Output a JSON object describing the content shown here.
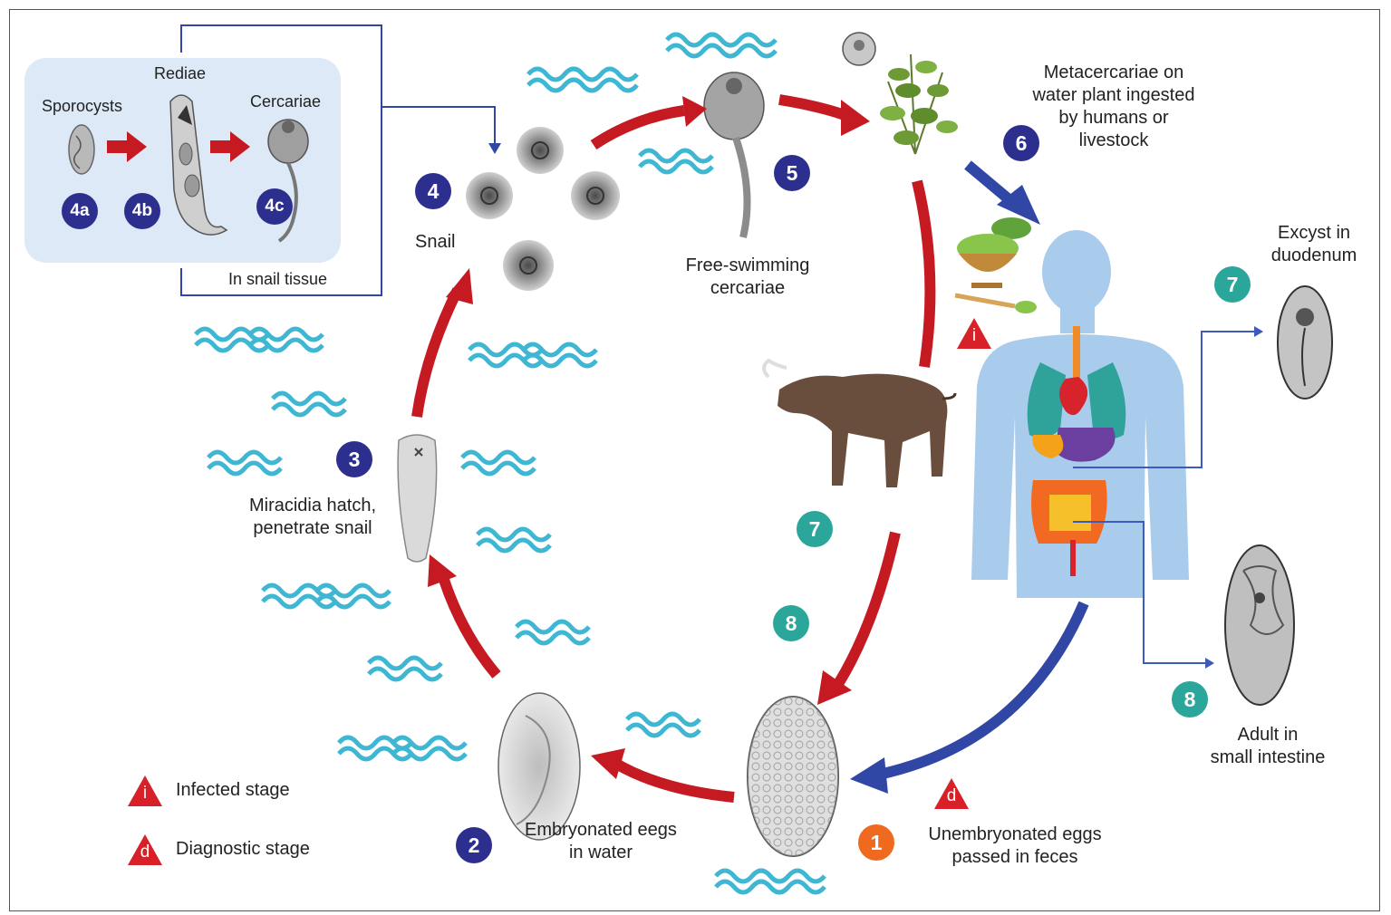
{
  "colors": {
    "stage_blue": "#2d2f8e",
    "stage_teal": "#2aa69a",
    "stage_orange": "#ef6a1f",
    "arrow_red": "#c51a22",
    "arrow_blue": "#3147a6",
    "water": "#3fb7d3",
    "inset_bg": "#dde9f7",
    "body_silhouette": "#a9cbec",
    "triangle_red": "#d72027"
  },
  "inset": {
    "labels": {
      "rediae": "Rediae",
      "sporocysts": "Sporocysts",
      "cercariae": "Cercariae",
      "snail_tissue": "In snail tissue"
    },
    "badges": [
      "4a",
      "4b",
      "4c"
    ]
  },
  "stages": {
    "s1": {
      "number": "1",
      "line1": "Unembryonated eggs",
      "line2": "passed in feces"
    },
    "s2": {
      "number": "2",
      "line1": "Embryonated eegs",
      "line2": "in water"
    },
    "s3": {
      "number": "3",
      "line1": "Miracidia  hatch,",
      "line2": "penetrate snail"
    },
    "s4": {
      "number": "4",
      "line1": "Snail"
    },
    "s5": {
      "number": "5",
      "line1": "Free-swimming",
      "line2": "cercariae"
    },
    "s6": {
      "number": "6",
      "line1": "Metacercariae on",
      "line2": "water plant ingested",
      "line3": "by humans or",
      "line4": "livestock"
    },
    "s7": {
      "number": "7",
      "line1": "Excyst in",
      "line2": "duodenum"
    },
    "s8": {
      "number": "8",
      "line1": "Adult  in",
      "line2": "small intestine"
    },
    "s7_livestock": {
      "number": "7"
    },
    "s8_livestock": {
      "number": "8"
    }
  },
  "legend": {
    "infected": {
      "symbol": "i",
      "label": "Infected stage"
    },
    "diagnostic": {
      "symbol": "d",
      "label": "Diagnostic stage"
    }
  },
  "markers": {
    "infected_marker": "i",
    "diagnostic_marker": "d"
  }
}
